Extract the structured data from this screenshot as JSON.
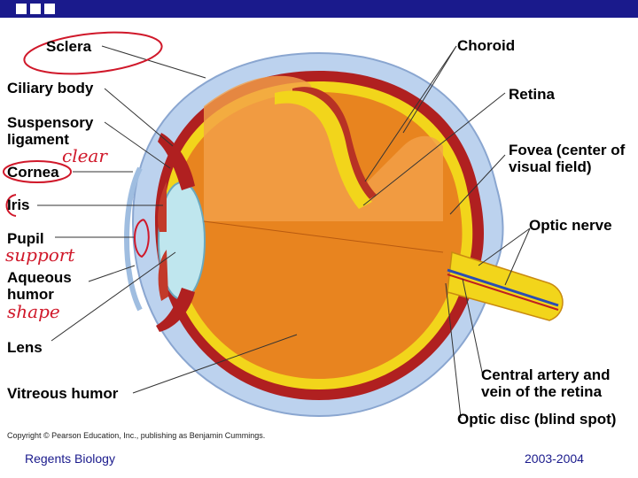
{
  "labels": {
    "sclera": "Sclera",
    "ciliary_body": "Ciliary body",
    "suspensory_ligament": "Suspensory ligament",
    "cornea": "Cornea",
    "iris": "Iris",
    "pupil": "Pupil",
    "aqueous_humor": "Aqueous humor",
    "lens": "Lens",
    "vitreous_humor": "Vitreous humor",
    "choroid": "Choroid",
    "retina": "Retina",
    "fovea": "Fovea (center of visual field)",
    "optic_nerve": "Optic nerve",
    "central_artery": "Central artery and vein of the retina",
    "optic_disc": "Optic disc (blind spot)"
  },
  "annotations": {
    "clear": "clear",
    "support": "support",
    "shape": "shape"
  },
  "copyright": "Copyright © Pearson Education, Inc., publishing as Benjamin Cummings.",
  "footer": {
    "left": "Regents Biology",
    "right": "2003-2004"
  },
  "colors": {
    "title_bar": "#1a1a8c",
    "annotation_ink": "#d0182a",
    "sclera": "#bcd2ee",
    "eye_interior": "#e8841f",
    "retina": "#f2d51b",
    "choroid": "#b02020"
  }
}
